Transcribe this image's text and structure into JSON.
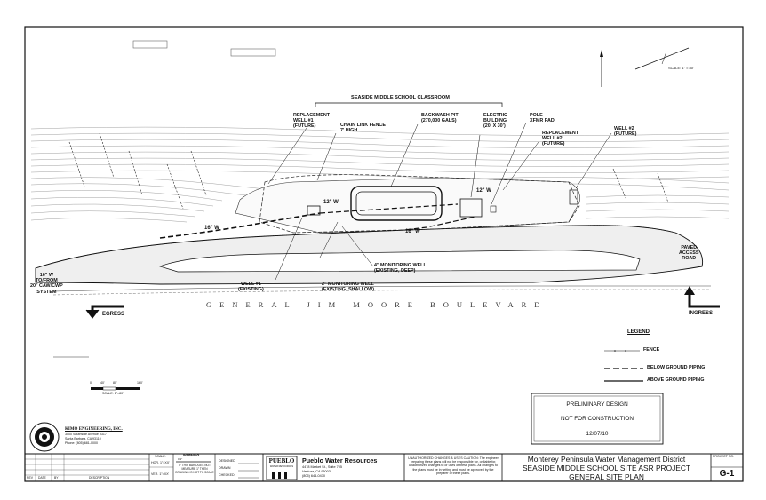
{
  "drawing": {
    "classroom_label": "SEASIDE MIDDLE SCHOOL CLASSROOM",
    "road_label": "GENERAL JIM MOORE BOULEVARD",
    "labels": {
      "replacement_well_1": [
        "REPLACEMENT",
        "WELL #1",
        "(FUTURE)"
      ],
      "chain_link_fence": [
        "CHAIN LINK FENCE",
        "7' HIGH"
      ],
      "backwash_pit": [
        "BACKWASH PIT",
        "(270,000 GALS)"
      ],
      "electric_building": [
        "ELECTRIC",
        "BUILDING",
        "(20' X 30')"
      ],
      "pole_xfmr": [
        "POLE",
        "XFMR PAD"
      ],
      "replacement_well_2": [
        "REPLACEMENT",
        "WELL #2",
        "(FUTURE)"
      ],
      "well_2": [
        "WELL #2",
        "(FUTURE)"
      ],
      "monitoring_deep": [
        "4\" MONITORING WELL",
        "(EXISTING, DEEP)"
      ],
      "monitoring_shallow": [
        "2\" MONITORING WELL",
        "(EXISTING, SHALLOW)"
      ],
      "well_1": [
        "WELL #1",
        "(EXISTING)"
      ],
      "from_system": [
        "16\" W",
        "TO/FROM",
        "20\" CAW/CWP",
        "SYSTEM"
      ],
      "paved_road": [
        "PAVED",
        "ACCESS",
        "ROAD"
      ],
      "egress": "EGRESS",
      "ingress": "INGRESS",
      "pipe_12_a": "12\" W",
      "pipe_12_b": "12\" W",
      "pipe_16": "16\" W",
      "pipe_16_b": "16\" W"
    },
    "legend": {
      "title": "LEGEND",
      "fence": "FENCE",
      "below": "BELOW GROUND PIPING",
      "above": "ABOVE GROUND PIPING"
    },
    "scale_bar": {
      "ticks": [
        "0",
        "40'",
        "80'",
        "160'"
      ],
      "label": "SCALE: 1\"=80'"
    },
    "north_label": "SCALE: 1\" = 80'",
    "prelim": {
      "line1": "PRELIMINARY DESIGN",
      "line2": "NOT FOR CONSTRUCTION",
      "date": "12/07/10"
    }
  },
  "engineer": {
    "name": "KIMO ENGINEERING, INC.",
    "address1": "3000 Southside Avenue #317",
    "address2": "Santa Barbara, CA 93110",
    "phone": "Phone: (805) 681-0000"
  },
  "title_block": {
    "revision_headers": [
      "REV",
      "DATE",
      "BY",
      "DESCRIPTION"
    ],
    "scale_title": "SCALE:",
    "hor": "HOR. 1\"=XX'",
    "ver": "VER. 1\"=XX'",
    "warning_title": "WARNING",
    "warning_scale": "0     1\"",
    "warning_text": "IF THIS BAR DOES NOT MEASURE 1\" THEN DRAWING IS NOT TO SCALE",
    "designed": "DESIGNED",
    "drawn": "DRAWN",
    "checked": "CHECKED",
    "pueblo_logo": "PUEBLO",
    "pueblo_logo_sub": "WATER RESOURCES",
    "company_name": "Pueblo Water Resources",
    "company_addr1": "4478 Market St., Suite 705",
    "company_addr2": "Ventura, CA 93003",
    "company_phone": "(805) 644-0470",
    "disclaimer": "UNAUTHORIZED CHANGES & USES CAUTION: The engineer preparing these plans will not be responsible for, or liable for, unauthorized changes to or uses of these plans. All changes to the plans must be in writing and must be approved by the preparer of these plans.",
    "district": "Monterey Peninsula Water Management District",
    "project": "SEASIDE MIDDLE SCHOOL SITE ASR PROJECT",
    "sheet_title": "GENERAL SITE PLAN",
    "project_no_label": "PROJECT NO.",
    "sheet_no": "G-1"
  }
}
